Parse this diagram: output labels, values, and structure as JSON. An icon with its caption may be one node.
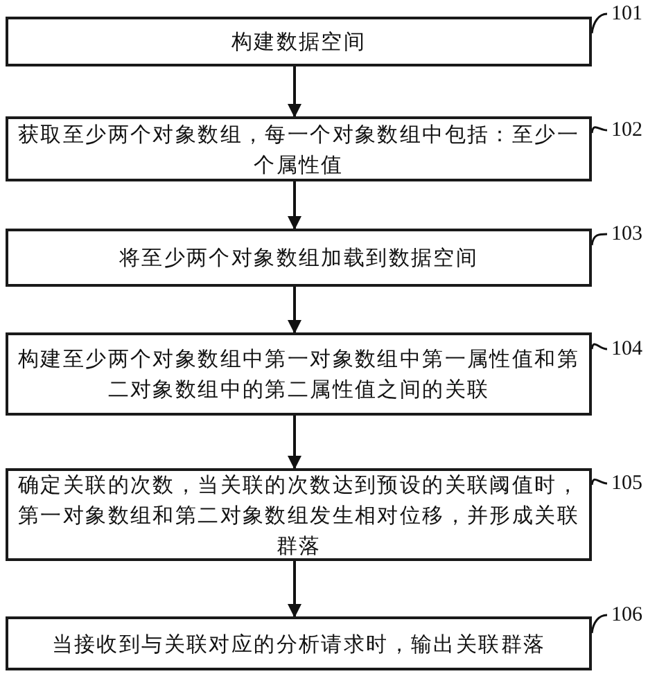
{
  "diagram": {
    "nodes": [
      {
        "text": [
          "构建数据空间"
        ]
      },
      {
        "text": [
          "获取至少两个对象数组，每一个对象数组中包括：至少一个属性值"
        ]
      },
      {
        "text": [
          "将至少两个对象数组加载到数据空间"
        ]
      },
      {
        "text": [
          "构建至少两个对象数组中第一对象数组中第一属性值和第二对象数组中的第二属性值之间的关联"
        ]
      },
      {
        "text": [
          "确定关联的次数，当关联的次数达到预设的关联阈值时，第一对象数组和第二对象数组发生相对位移，并形成关联群落"
        ]
      },
      {
        "text": [
          "当接收到与关联对应的分析请求时，输出关联群落"
        ]
      },
      {
        "text": [
          "101"
        ]
      },
      {
        "text": [
          "102"
        ]
      },
      {
        "text": [
          "103"
        ]
      },
      {
        "text": [
          "104"
        ]
      },
      {
        "text": [
          "105"
        ]
      },
      {
        "text": [
          "106"
        ]
      }
    ],
    "edges": [
      {
        "from": 0,
        "to": 1,
        "arrow": "to"
      },
      {
        "from": 1,
        "to": 2,
        "arrow": "to"
      },
      {
        "from": 2,
        "to": 3,
        "arrow": "to"
      },
      {
        "from": 3,
        "to": 4,
        "arrow": "to"
      },
      {
        "from": 4,
        "to": 5,
        "arrow": "to"
      },
      {
        "from": 6,
        "to": 0,
        "arrow": "none"
      },
      {
        "from": 7,
        "to": 1,
        "arrow": "none"
      },
      {
        "from": 8,
        "to": 2,
        "arrow": "none"
      },
      {
        "from": 9,
        "to": 3,
        "arrow": "none"
      },
      {
        "from": 10,
        "to": 4,
        "arrow": "none"
      },
      {
        "from": 11,
        "to": 5,
        "arrow": "none"
      }
    ]
  }
}
